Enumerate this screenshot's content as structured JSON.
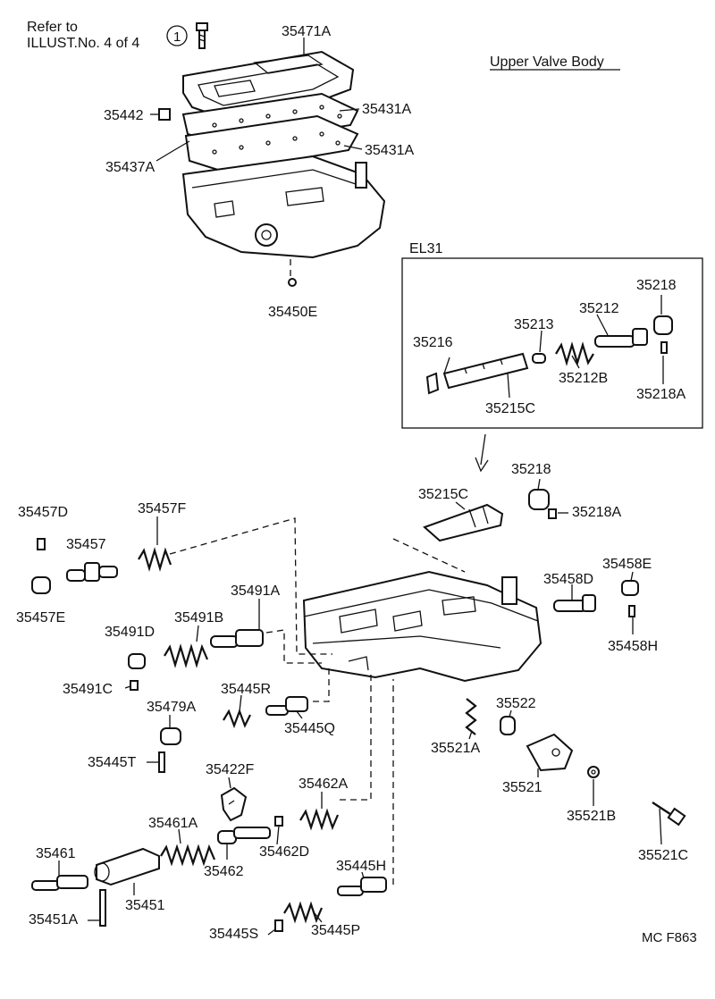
{
  "header": {
    "refer_line1": "Refer to",
    "refer_line2": "ILLUST.No. 4 of 4",
    "circle_ref": "1",
    "section_title": "Upper Valve Body"
  },
  "inset": {
    "label": "EL31"
  },
  "footer": {
    "figure_code": "MC F863"
  },
  "parts": [
    {
      "id": "p01",
      "text": "35471A"
    },
    {
      "id": "p02",
      "text": "35431A"
    },
    {
      "id": "p03",
      "text": "35442"
    },
    {
      "id": "p04",
      "text": "35437A"
    },
    {
      "id": "p05",
      "text": "35431A"
    },
    {
      "id": "p06",
      "text": "35450E"
    },
    {
      "id": "p07",
      "text": "35218"
    },
    {
      "id": "p08",
      "text": "35213"
    },
    {
      "id": "p09",
      "text": "35212"
    },
    {
      "id": "p10",
      "text": "35216"
    },
    {
      "id": "p11",
      "text": "35212B"
    },
    {
      "id": "p12",
      "text": "35218A"
    },
    {
      "id": "p13",
      "text": "35215C"
    },
    {
      "id": "p14",
      "text": "35218"
    },
    {
      "id": "p15",
      "text": "35215C"
    },
    {
      "id": "p16",
      "text": "35218A"
    },
    {
      "id": "p17",
      "text": "35457D"
    },
    {
      "id": "p18",
      "text": "35457F"
    },
    {
      "id": "p19",
      "text": "35457"
    },
    {
      "id": "p20",
      "text": "35457E"
    },
    {
      "id": "p21",
      "text": "35458E"
    },
    {
      "id": "p22",
      "text": "35458D"
    },
    {
      "id": "p23",
      "text": "35491A"
    },
    {
      "id": "p24",
      "text": "35491B"
    },
    {
      "id": "p25",
      "text": "35491D"
    },
    {
      "id": "p26",
      "text": "35458H"
    },
    {
      "id": "p27",
      "text": "35491C"
    },
    {
      "id": "p28",
      "text": "35445R"
    },
    {
      "id": "p29",
      "text": "35479A"
    },
    {
      "id": "p30",
      "text": "35522"
    },
    {
      "id": "p31",
      "text": "35445Q"
    },
    {
      "id": "p32",
      "text": "35521A"
    },
    {
      "id": "p33",
      "text": "35445T"
    },
    {
      "id": "p34",
      "text": "35422F"
    },
    {
      "id": "p35",
      "text": "35521"
    },
    {
      "id": "p36",
      "text": "35462A"
    },
    {
      "id": "p37",
      "text": "35521B"
    },
    {
      "id": "p38",
      "text": "35461A"
    },
    {
      "id": "p39",
      "text": "35462D"
    },
    {
      "id": "p40",
      "text": "35521C"
    },
    {
      "id": "p41",
      "text": "35461"
    },
    {
      "id": "p42",
      "text": "35462"
    },
    {
      "id": "p43",
      "text": "35445H"
    },
    {
      "id": "p44",
      "text": "35451"
    },
    {
      "id": "p45",
      "text": "35451A"
    },
    {
      "id": "p46",
      "text": "35445S"
    },
    {
      "id": "p47",
      "text": "35445P"
    }
  ]
}
